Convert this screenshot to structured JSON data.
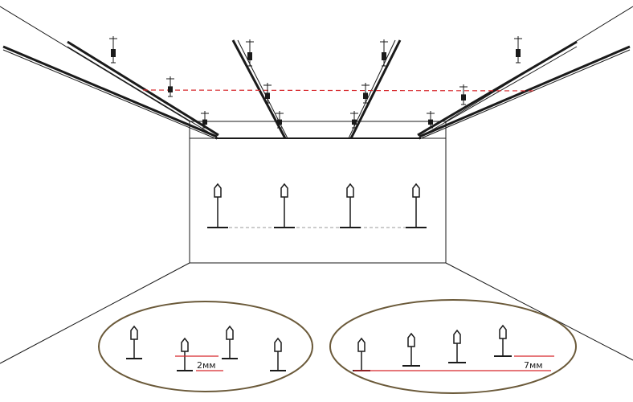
{
  "colors": {
    "line": "#1a1a1a",
    "guide_red": "#d6262a",
    "guide_gray": "#9a9a9a",
    "ellipse": "#6b5a3a",
    "background": "#ffffff"
  },
  "icons": {
    "hanger": "ceiling-hanger-icon",
    "marker": "level-marker-icon"
  },
  "callouts": {
    "left": {
      "label": "2мм",
      "gap_mm": 2
    },
    "right": {
      "label": "7мм",
      "gap_mm": 7
    }
  }
}
